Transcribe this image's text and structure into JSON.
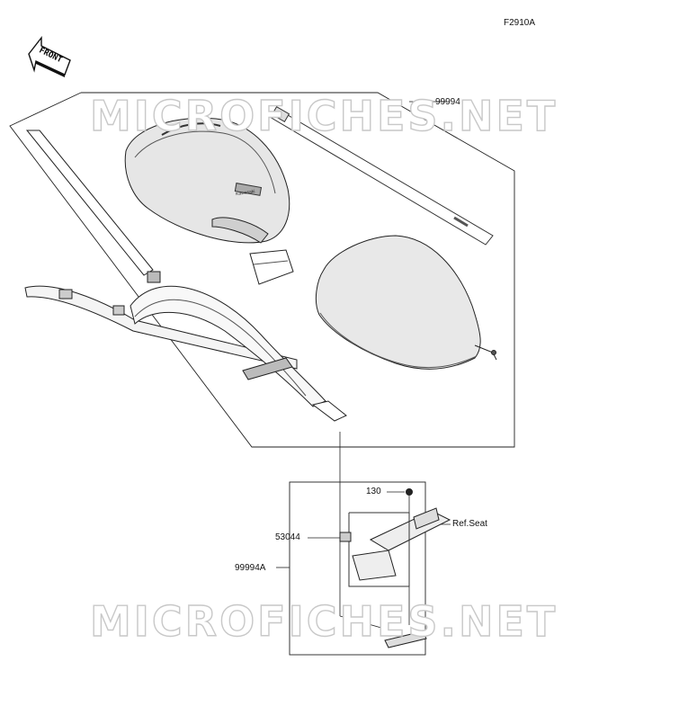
{
  "figure_code": "F2910A",
  "front_label": "FRONT",
  "watermark": "MICROFICHES.NET",
  "callouts": {
    "kit_main": "99994",
    "kit_sub": "99994A",
    "bolt": "130",
    "collar": "53044",
    "ref_seat": "Ref.Seat"
  },
  "tank_bag_logo": "Kawasaki"
}
